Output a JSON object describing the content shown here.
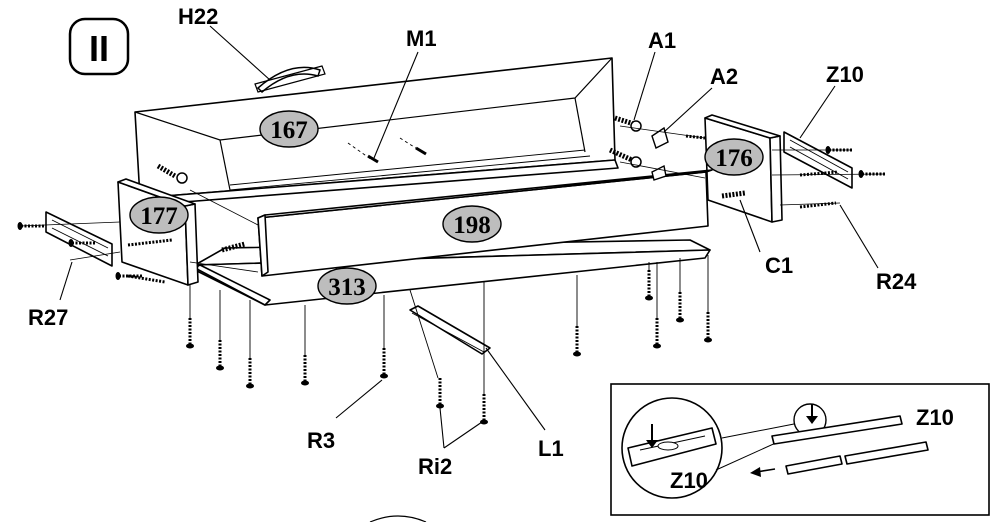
{
  "step": {
    "numeral": "II"
  },
  "parts": {
    "h22": "H22",
    "m1": "M1",
    "a1": "A1",
    "a2": "A2",
    "z10": "Z10",
    "c1": "C1",
    "r24": "R24",
    "r27": "R27",
    "r3": "R3",
    "ri2": "Ri2",
    "l1": "L1"
  },
  "panels": {
    "p167": "167",
    "p176": "176",
    "p177": "177",
    "p198": "198",
    "p313": "313"
  },
  "inset": {
    "z10_top": "Z10",
    "z10_detail": "Z10"
  }
}
